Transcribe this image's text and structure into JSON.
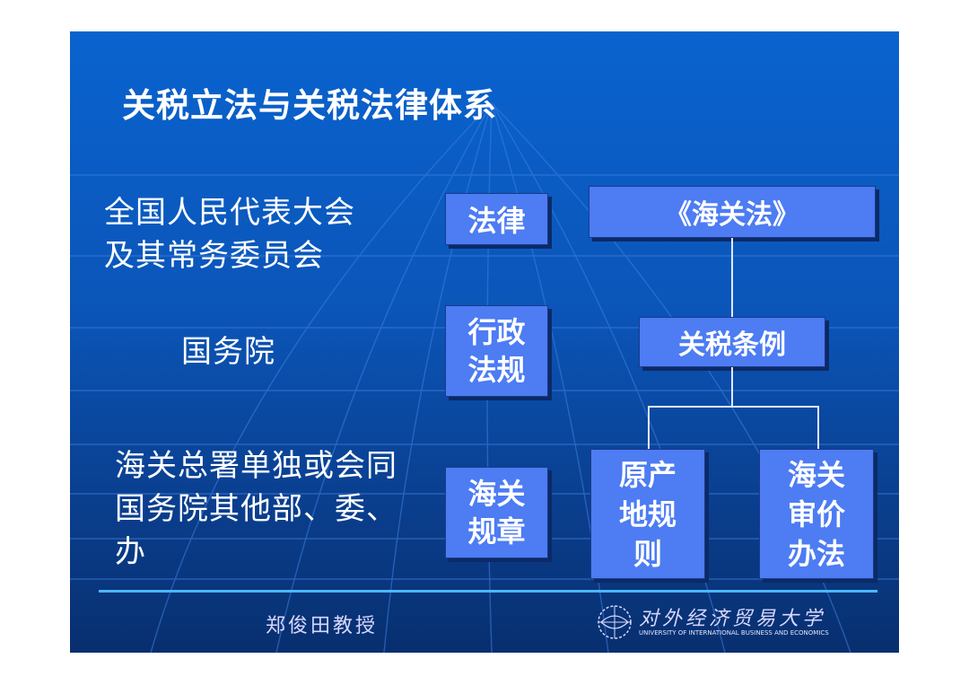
{
  "title": "关税立法与关税法律体系",
  "levels": [
    {
      "issuer_lines": [
        "全国人民代表大会",
        "及其常务委员会"
      ],
      "category_lines": [
        "法律"
      ]
    },
    {
      "issuer_lines": [
        "国务院"
      ],
      "category_lines": [
        "行政",
        "法规"
      ]
    },
    {
      "issuer_lines": [
        "海关总署单独或会同",
        "国务院其他部、委、",
        "办"
      ],
      "category_lines": [
        "海关",
        "规章"
      ]
    }
  ],
  "laws": {
    "customs_law": "《海关法》",
    "tariff_regulations": "关税条例",
    "rules_of_origin": [
      "原产",
      "地规",
      "则"
    ],
    "valuation_measures": [
      "海关",
      "审价",
      "办法"
    ]
  },
  "footer": {
    "author": "郑俊田教授",
    "university_cn": "对外经济贸易大学",
    "university_en": "UNIVERSITY OF INTERNATIONAL BUSINESS AND ECONOMICS"
  },
  "colors": {
    "background": "#0b55b8",
    "box_fill": "#4d7cf3",
    "accent_line": "#4db6ff"
  }
}
